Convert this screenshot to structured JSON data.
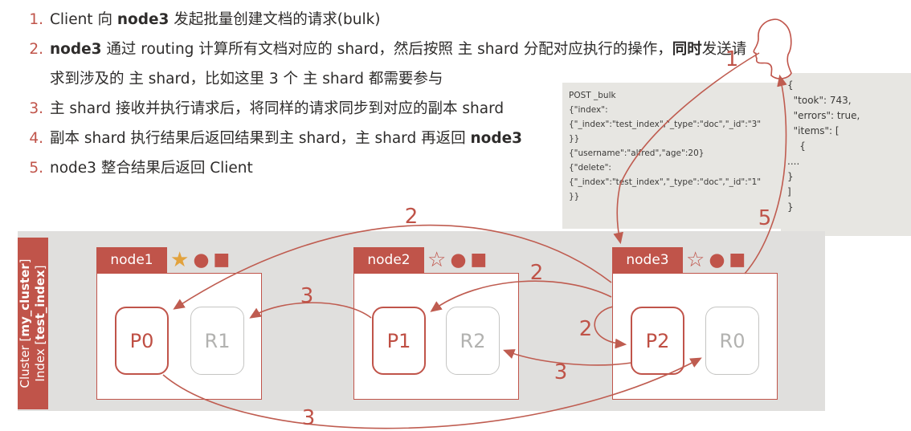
{
  "steps": [
    {
      "num": "1.",
      "segments": [
        {
          "t": "Client 向 "
        },
        {
          "t": "node3",
          "b": 1
        },
        {
          "t": " 发起批量创建文档的请求(bulk)"
        }
      ]
    },
    {
      "num": "2.",
      "segments": [
        {
          "t": "node3",
          "b": 1
        },
        {
          "t": " 通过 routing 计算所有文档对应的 shard，然后按照 主 shard 分配对应执行的操作，"
        },
        {
          "t": "同时",
          "b": 1
        },
        {
          "t": "发送请求到涉及的 主 shard，比如这里 3 个 主 shard 都需要参与"
        }
      ]
    },
    {
      "num": "3.",
      "segments": [
        {
          "t": "主 shard 接收并执行请求后，将同样的请求同步到对应的副本 shard"
        }
      ]
    },
    {
      "num": "4.",
      "segments": [
        {
          "t": "副本 shard 执行结果后返回结果到主 shard，主 shard 再返回 "
        },
        {
          "t": "node3",
          "b": 1
        }
      ]
    },
    {
      "num": "5.",
      "segments": [
        {
          "t": "node3 整合结果后返回 Client"
        }
      ]
    }
  ],
  "request_box": {
    "lines": [
      "POST _bulk",
      "{\"index\":",
      "{\"_index\":\"test_index\",\"_type\":\"doc\",\"_id\":\"3\"",
      "}}",
      "{\"username\":\"alfred\",\"age\":20}",
      "{\"delete\":",
      "{\"_index\":\"test_index\",\"_type\":\"doc\",\"_id\":\"1\"",
      "}}"
    ]
  },
  "response_box": {
    "lines": [
      "{",
      "  \"took\": 743,",
      "  \"errors\": true,",
      "  \"items\": [",
      "    {",
      "....",
      "}",
      "]",
      "}"
    ]
  },
  "cluster": {
    "sidebar": {
      "cluster_prefix": "Cluster [",
      "cluster_name": "my_cluster",
      "cluster_suffix": "]",
      "index_prefix": "Index [",
      "index_name": "test_index",
      "index_suffix": "]"
    },
    "nodes": [
      {
        "name": "node1",
        "master": true,
        "star_glyph": "★",
        "circle_glyph": "●",
        "square_glyph": "■",
        "primary_shard": "P0",
        "replica_shard": "R1"
      },
      {
        "name": "node2",
        "master": false,
        "star_glyph": "☆",
        "circle_glyph": "●",
        "square_glyph": "■",
        "primary_shard": "P1",
        "replica_shard": "R2"
      },
      {
        "name": "node3",
        "master": false,
        "star_glyph": "☆",
        "circle_glyph": "●",
        "square_glyph": "■",
        "primary_shard": "P2",
        "replica_shard": "R0"
      }
    ]
  },
  "flow_labels": {
    "step1": "1",
    "step2_to_p0": "2",
    "step2_to_p1": "2",
    "step2_to_p2": "2",
    "step3_to_r1": "3",
    "step3_to_r2": "3",
    "step3_to_r0": "3",
    "step5": "5"
  },
  "colors": {
    "accent_red": "#c0544a",
    "arrow_red": "#bf5c50",
    "band_gray": "#e0dfdd",
    "codebox_gray": "#e7e6e2",
    "replica_gray": "#b2b2b0",
    "master_star_gold": "#e2a23d"
  }
}
